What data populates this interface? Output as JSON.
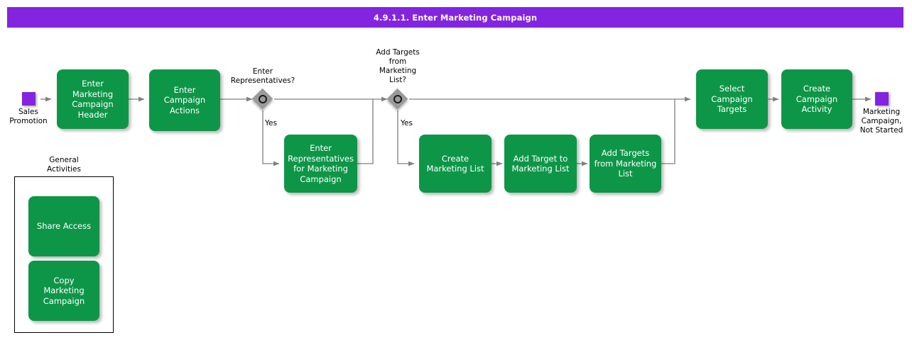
{
  "header": {
    "title": "4.9.1.1. Enter Marketing Campaign",
    "background_color": "#8324E0",
    "text_color": "#FFFFFF"
  },
  "colors": {
    "task_green": "#0E9648",
    "event_purple": "#8324E0",
    "gateway_gray": "#9A9A9A",
    "connector_gray": "#808080",
    "text_dark": "#000000"
  },
  "diagram": {
    "type": "process-flow",
    "start_event": {
      "name": "start-event",
      "caption": "Sales\nPromotion",
      "caption_line1": "Sales",
      "caption_line2": "Promotion",
      "shape": "square",
      "color": "#8324E0"
    },
    "end_event": {
      "name": "end-event",
      "caption_line1": "Marketing",
      "caption_line2": "Campaign,",
      "caption_line3": "Not Started",
      "shape": "square",
      "color": "#8324E0"
    },
    "tasks": [
      {
        "id": "enter-marketing-campaign-header",
        "label": "Enter Marketing Campaign Header"
      },
      {
        "id": "enter-campaign-actions",
        "label": "Enter Campaign Actions"
      },
      {
        "id": "enter-representatives-for-marketing-campaign",
        "label": "Enter Representatives for Marketing Campaign"
      },
      {
        "id": "create-marketing-list",
        "label": "Create Marketing List"
      },
      {
        "id": "add-target-to-marketing-list",
        "label": "Add Target to Marketing List"
      },
      {
        "id": "add-targets-from-marketing-list",
        "label": "Add Targets from Marketing List"
      },
      {
        "id": "select-campaign-targets",
        "label": "Select Campaign Targets"
      },
      {
        "id": "create-campaign-activity",
        "label": "Create Campaign Activity"
      }
    ],
    "gateways": [
      {
        "id": "enter-representatives",
        "caption_line1": "Enter",
        "caption_line2": "Representatives?",
        "branch_label": "Yes"
      },
      {
        "id": "add-targets-from-marketing-list",
        "caption_line1": "Add Targets",
        "caption_line2": "from",
        "caption_line3": "Marketing",
        "caption_line4": "List?",
        "branch_label": "Yes"
      }
    ],
    "group": {
      "id": "general-activities",
      "caption_line1": "General",
      "caption_line2": "Activities",
      "tasks": [
        {
          "id": "share-access",
          "label": "Share Access"
        },
        {
          "id": "copy-marketing-campaign",
          "label": "Copy Marketing Campaign"
        }
      ]
    }
  }
}
